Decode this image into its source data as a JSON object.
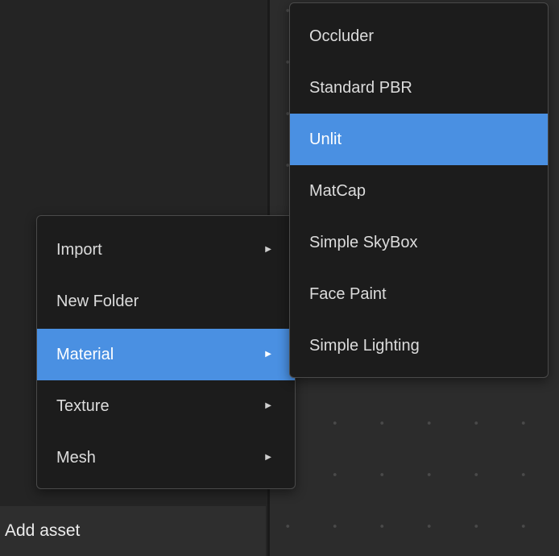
{
  "colors": {
    "panel_bg": "#242424",
    "viewport_bg": "#2c2c2c",
    "menu_bg": "#1c1c1c",
    "menu_border": "#4a4a4a",
    "highlight": "#4a90e2",
    "text": "#dcdcdc"
  },
  "footer": {
    "label": "Add asset"
  },
  "context_menu": {
    "items": [
      {
        "label": "Import",
        "has_submenu": true,
        "icon": "chevron-right-icon",
        "arrow": "▶"
      },
      {
        "label": "New Folder",
        "has_submenu": false
      },
      {
        "label": "Material",
        "has_submenu": true,
        "selected": true,
        "icon": "chevron-right-icon",
        "arrow": "▶"
      },
      {
        "label": "Texture",
        "has_submenu": true,
        "icon": "chevron-right-icon",
        "arrow": "▶"
      },
      {
        "label": "Mesh",
        "has_submenu": true,
        "icon": "chevron-right-icon",
        "arrow": "▶"
      }
    ]
  },
  "material_submenu": {
    "items": [
      {
        "label": "Occluder"
      },
      {
        "label": "Standard PBR"
      },
      {
        "label": "Unlit",
        "selected": true
      },
      {
        "label": "MatCap"
      },
      {
        "label": "Simple SkyBox"
      },
      {
        "label": "Face Paint"
      },
      {
        "label": "Simple Lighting"
      }
    ]
  }
}
